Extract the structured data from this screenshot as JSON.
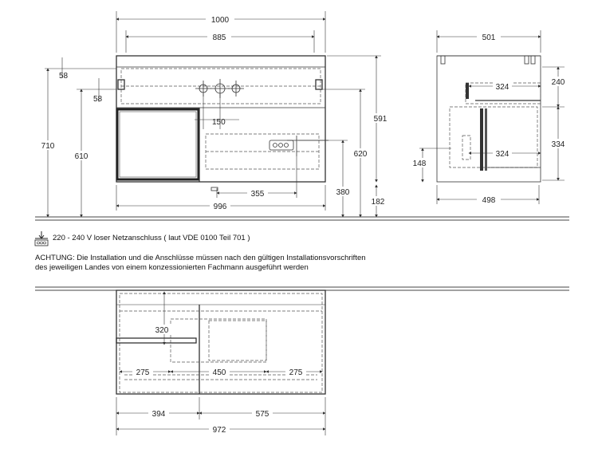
{
  "front_view": {
    "dims": {
      "width_outer": "1000",
      "width_inner": "885",
      "height_total": "710",
      "height_610": "610",
      "top_58_a": "58",
      "top_58_b": "58",
      "spacing_150": "150",
      "drain_355": "355",
      "width_996": "996",
      "height_591": "591",
      "height_620": "620",
      "height_380": "380",
      "height_182": "182"
    }
  },
  "side_view": {
    "dims": {
      "depth": "501",
      "depth_base": "498",
      "depth_324_top": "324",
      "depth_324_mid": "324",
      "height_240": "240",
      "height_334": "334",
      "height_148": "148"
    }
  },
  "top_view": {
    "dims": {
      "depth_320": "320",
      "left_275": "275",
      "center_450": "450",
      "right_275": "275",
      "left_394": "394",
      "right_575": "575",
      "width_972": "972"
    }
  },
  "notes": {
    "power": "220 - 240 V loser Netzanschluss ( laut VDE 0100 Teil 701 )",
    "warning_line1": "ACHTUNG: Die Installation und die Anschlüsse müssen nach den gültigen Installationsvorschriften",
    "warning_line2": "des jeweiligen Landes von einem konzessionierten Fachmann ausgeführt werden"
  }
}
